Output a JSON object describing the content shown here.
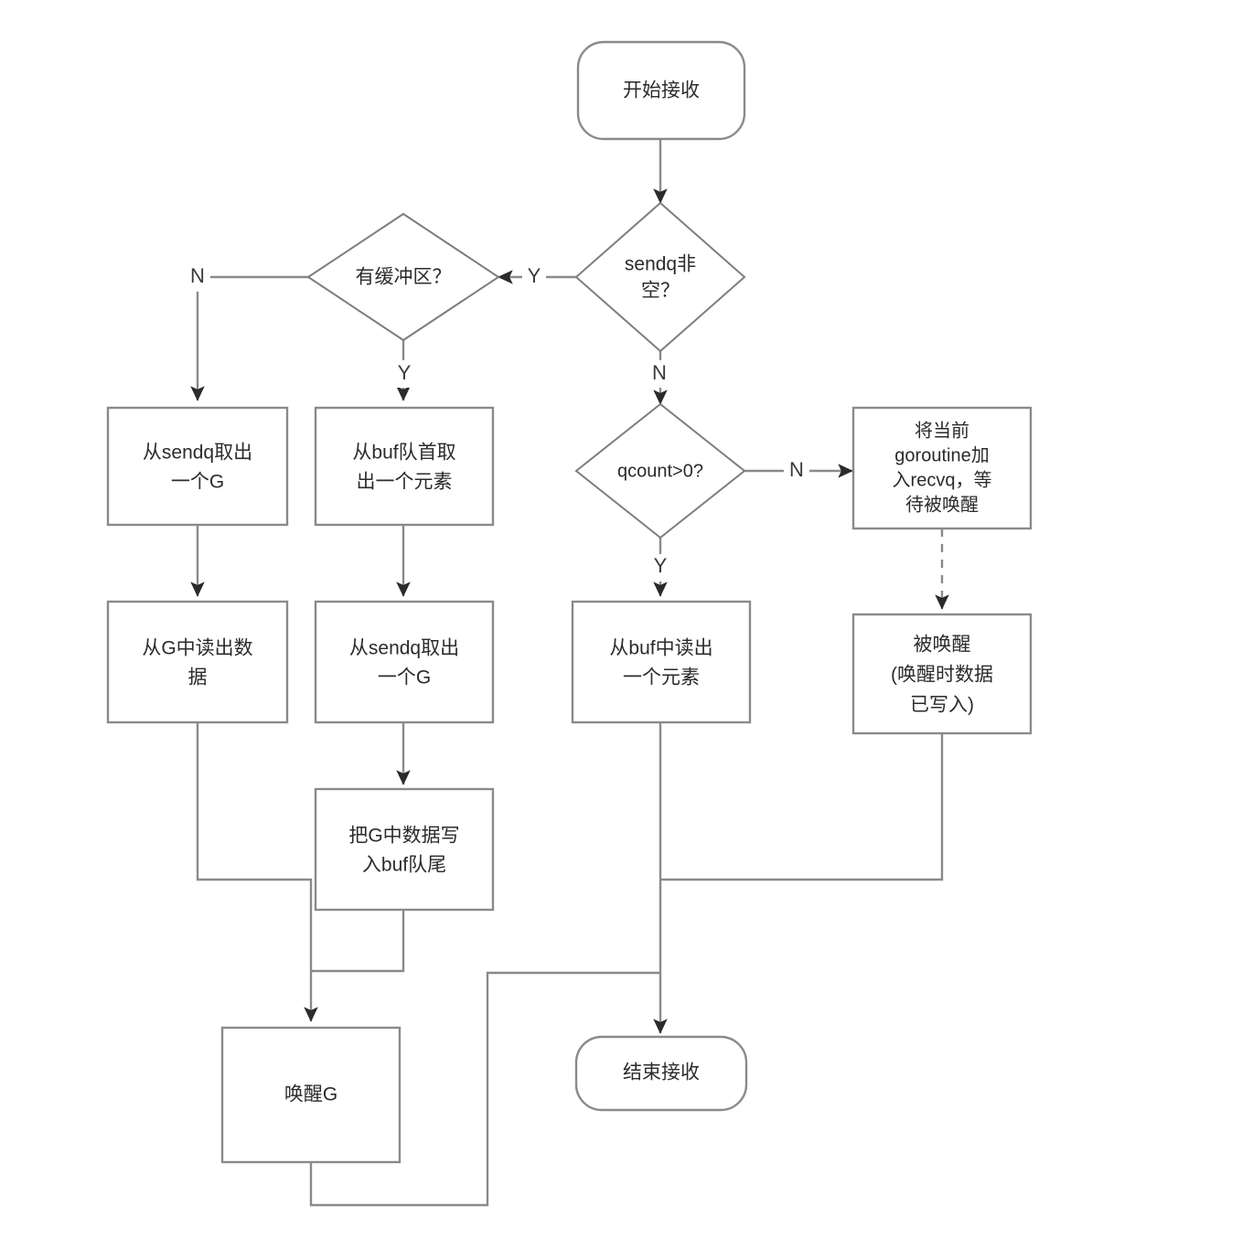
{
  "diagram": {
    "title": "Go channel receive flowchart",
    "colors": {
      "stroke": "#8a8a8a",
      "text": "#2b2b2b",
      "background": "#ffffff",
      "arrowhead": "#2b2b2b"
    },
    "nodes": {
      "start": {
        "label": "开始接收",
        "shape": "terminator"
      },
      "sendq_not_empty": {
        "label_line1": "sendq非",
        "label_line2": "空？",
        "shape": "decision"
      },
      "has_buffer": {
        "label": "有缓冲区？",
        "shape": "decision"
      },
      "qcount_gt_zero": {
        "label": "qcount>0?",
        "shape": "decision"
      },
      "take_g_from_sendq": {
        "label_line1": "从sendq取出",
        "label_line2": "一个G",
        "shape": "process"
      },
      "take_elem_from_buf_head": {
        "label_line1": "从buf队首取",
        "label_line2": "出一个元素",
        "shape": "process"
      },
      "read_data_from_g": {
        "label_line1": "从G中读出数",
        "label_line2": "据",
        "shape": "process"
      },
      "take_g_from_sendq_2": {
        "label_line1": "从sendq取出",
        "label_line2": "一个G",
        "shape": "process"
      },
      "read_elem_from_buf": {
        "label_line1": "从buf中读出",
        "label_line2": "一个元素",
        "shape": "process"
      },
      "enqueue_recvq": {
        "label_line1": "将当前",
        "label_line2": "goroutine加",
        "label_line3": "入recvq，等",
        "label_line4": "待被唤醒",
        "shape": "process"
      },
      "write_g_data_to_buf_tail": {
        "label_line1": "把G中数据写",
        "label_line2": "入buf队尾",
        "shape": "process"
      },
      "woken_up": {
        "label_line1": "被唤醒",
        "label_line2": "(唤醒时数据",
        "label_line3": "已写入)",
        "shape": "process"
      },
      "wake_g": {
        "label": "唤醒G",
        "shape": "process"
      },
      "end": {
        "label": "结束接收",
        "shape": "terminator"
      }
    },
    "edge_labels": {
      "sendq_yes": "Y",
      "sendq_no": "N",
      "buffer_no": "N",
      "buffer_yes": "Y",
      "qcount_no": "N",
      "qcount_yes": "Y"
    }
  }
}
